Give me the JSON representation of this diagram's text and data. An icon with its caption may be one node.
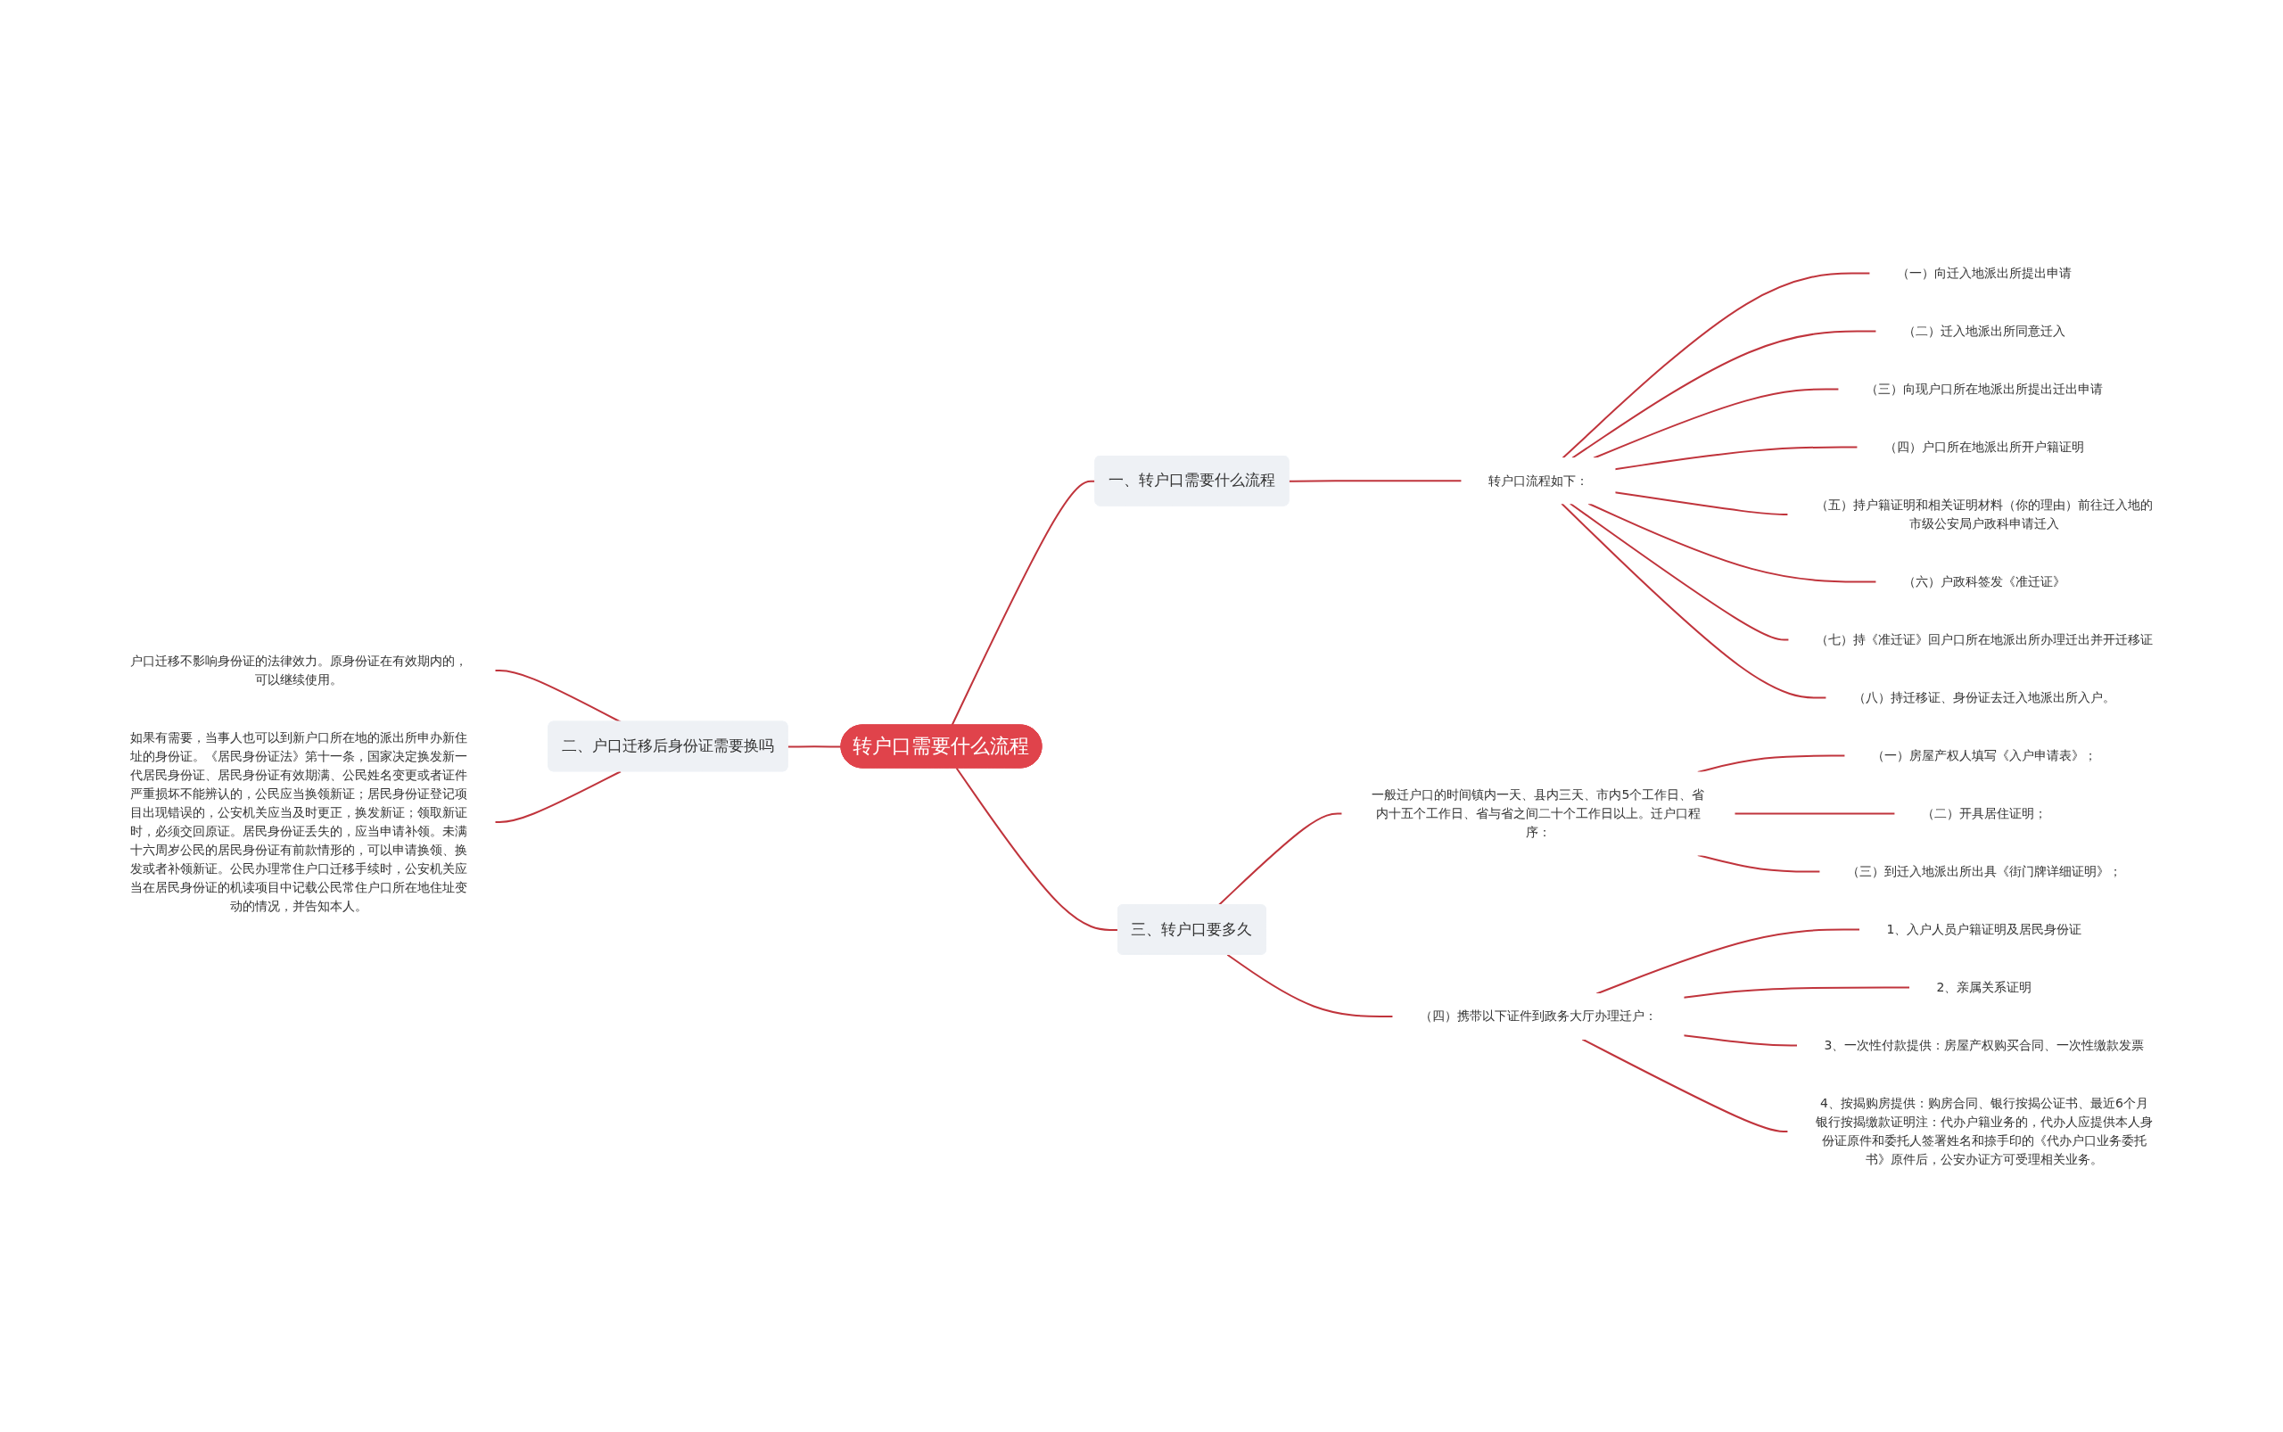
{
  "diagram": {
    "nodes": [
      {
        "text": [
          "转户口需要什么流程"
        ]
      },
      {
        "text": [
          "一、转户口需要什么流程"
        ]
      },
      {
        "text": [
          "转户口流程如下："
        ]
      },
      {
        "text": [
          "（一）向迁入地派出所提出申请"
        ]
      },
      {
        "text": [
          "（二）迁入地派出所同意迁入"
        ]
      },
      {
        "text": [
          "（三）向现户口所在地派出所提出迁出申请"
        ]
      },
      {
        "text": [
          "（四）户口所在地派出所开户籍证明"
        ]
      },
      {
        "text": [
          "（五）持户籍证明和相关证明材料（你的理由）前往迁入地的市级公安局户政科申请迁入"
        ]
      },
      {
        "text": [
          "（六）户政科签发《准迁证》"
        ]
      },
      {
        "text": [
          "（七）持《准迁证》回户口所在地派出所办理迁出并开迁移证"
        ]
      },
      {
        "text": [
          "（八）持迁移证、身份证去迁入地派出所入户。"
        ]
      },
      {
        "text": [
          "二、户口迁移后身份证需要换吗"
        ]
      },
      {
        "text": [
          "户口迁移不影响身份证的法律效力。原身份证在有效期内的，可以继续使用。"
        ]
      },
      {
        "text": [
          "如果有需要，当事人也可以到新户口所在地的派出所申办新住址的身份证。《居民身份证法》第十一条，国家决定换发新一代居民身份证、居民身份证有效期满、公民姓名变更或者证件严重损坏不能辨认的，公民应当换领新证；居民身份证登记项目出现错误的，公安机关应当及时更正，换发新证；领取新证时，必须交回原证。居民身份证丢失的，应当申请补领。未满十六周岁公民的居民身份证有前款情形的，可以申请换领、换发或者补领新证。公民办理常住户口迁移手续时，公安机关应当在居民身份证的机读项目中记载公民常住户口所在地住址变动的情况，并告知本人。"
        ]
      },
      {
        "text": [
          "三、转户口要多久"
        ]
      },
      {
        "text": [
          "一般迁户口的时间镇内一天、县内三天、市内5个工作日、省内十五个工作日、省与省之间二十个工作日以上。迁户口程序："
        ]
      },
      {
        "text": [
          "（一）房屋产权人填写《入户申请表》；"
        ]
      },
      {
        "text": [
          "（二）开具居住证明；"
        ]
      },
      {
        "text": [
          "（三）到迁入地派出所出具《街门牌详细证明》；"
        ]
      },
      {
        "text": [
          "（四）携带以下证件到政务大厅办理迁户："
        ]
      },
      {
        "text": [
          "1、入户人员户籍证明及居民身份证"
        ]
      },
      {
        "text": [
          "2、亲属关系证明"
        ]
      },
      {
        "text": [
          "3、一次性付款提供：房屋产权购买合同、一次性缴款发票"
        ]
      },
      {
        "text": [
          "4、按揭购房提供：购房合同、银行按揭公证书、最近6个月银行按揭缴款证明注：代办户籍业务的，代办人应提供本人身份证原件和委托人签署姓名和捺手印的《代办户口业务委托书》原件后，公安办证方可受理相关业务。"
        ]
      }
    ],
    "edges": [
      {
        "from": 0,
        "to": 1,
        "arrow": "none"
      },
      {
        "from": 1,
        "to": 2,
        "arrow": "none"
      },
      {
        "from": 2,
        "to": 3,
        "arrow": "none"
      },
      {
        "from": 2,
        "to": 4,
        "arrow": "none"
      },
      {
        "from": 2,
        "to": 5,
        "arrow": "none"
      },
      {
        "from": 2,
        "to": 6,
        "arrow": "none"
      },
      {
        "from": 2,
        "to": 7,
        "arrow": "none"
      },
      {
        "from": 2,
        "to": 8,
        "arrow": "none"
      },
      {
        "from": 2,
        "to": 9,
        "arrow": "none"
      },
      {
        "from": 2,
        "to": 10,
        "arrow": "none"
      },
      {
        "from": 0,
        "to": 11,
        "arrow": "none"
      },
      {
        "from": 11,
        "to": 12,
        "arrow": "none"
      },
      {
        "from": 11,
        "to": 13,
        "arrow": "none"
      },
      {
        "from": 0,
        "to": 14,
        "arrow": "none"
      },
      {
        "from": 14,
        "to": 15,
        "arrow": "none"
      },
      {
        "from": 15,
        "to": 16,
        "arrow": "none"
      },
      {
        "from": 15,
        "to": 17,
        "arrow": "none"
      },
      {
        "from": 15,
        "to": 18,
        "arrow": "none"
      },
      {
        "from": 14,
        "to": 19,
        "arrow": "none"
      },
      {
        "from": 19,
        "to": 20,
        "arrow": "none"
      },
      {
        "from": 19,
        "to": 21,
        "arrow": "none"
      },
      {
        "from": 19,
        "to": 22,
        "arrow": "none"
      },
      {
        "from": 19,
        "to": 23,
        "arrow": "none"
      }
    ]
  }
}
